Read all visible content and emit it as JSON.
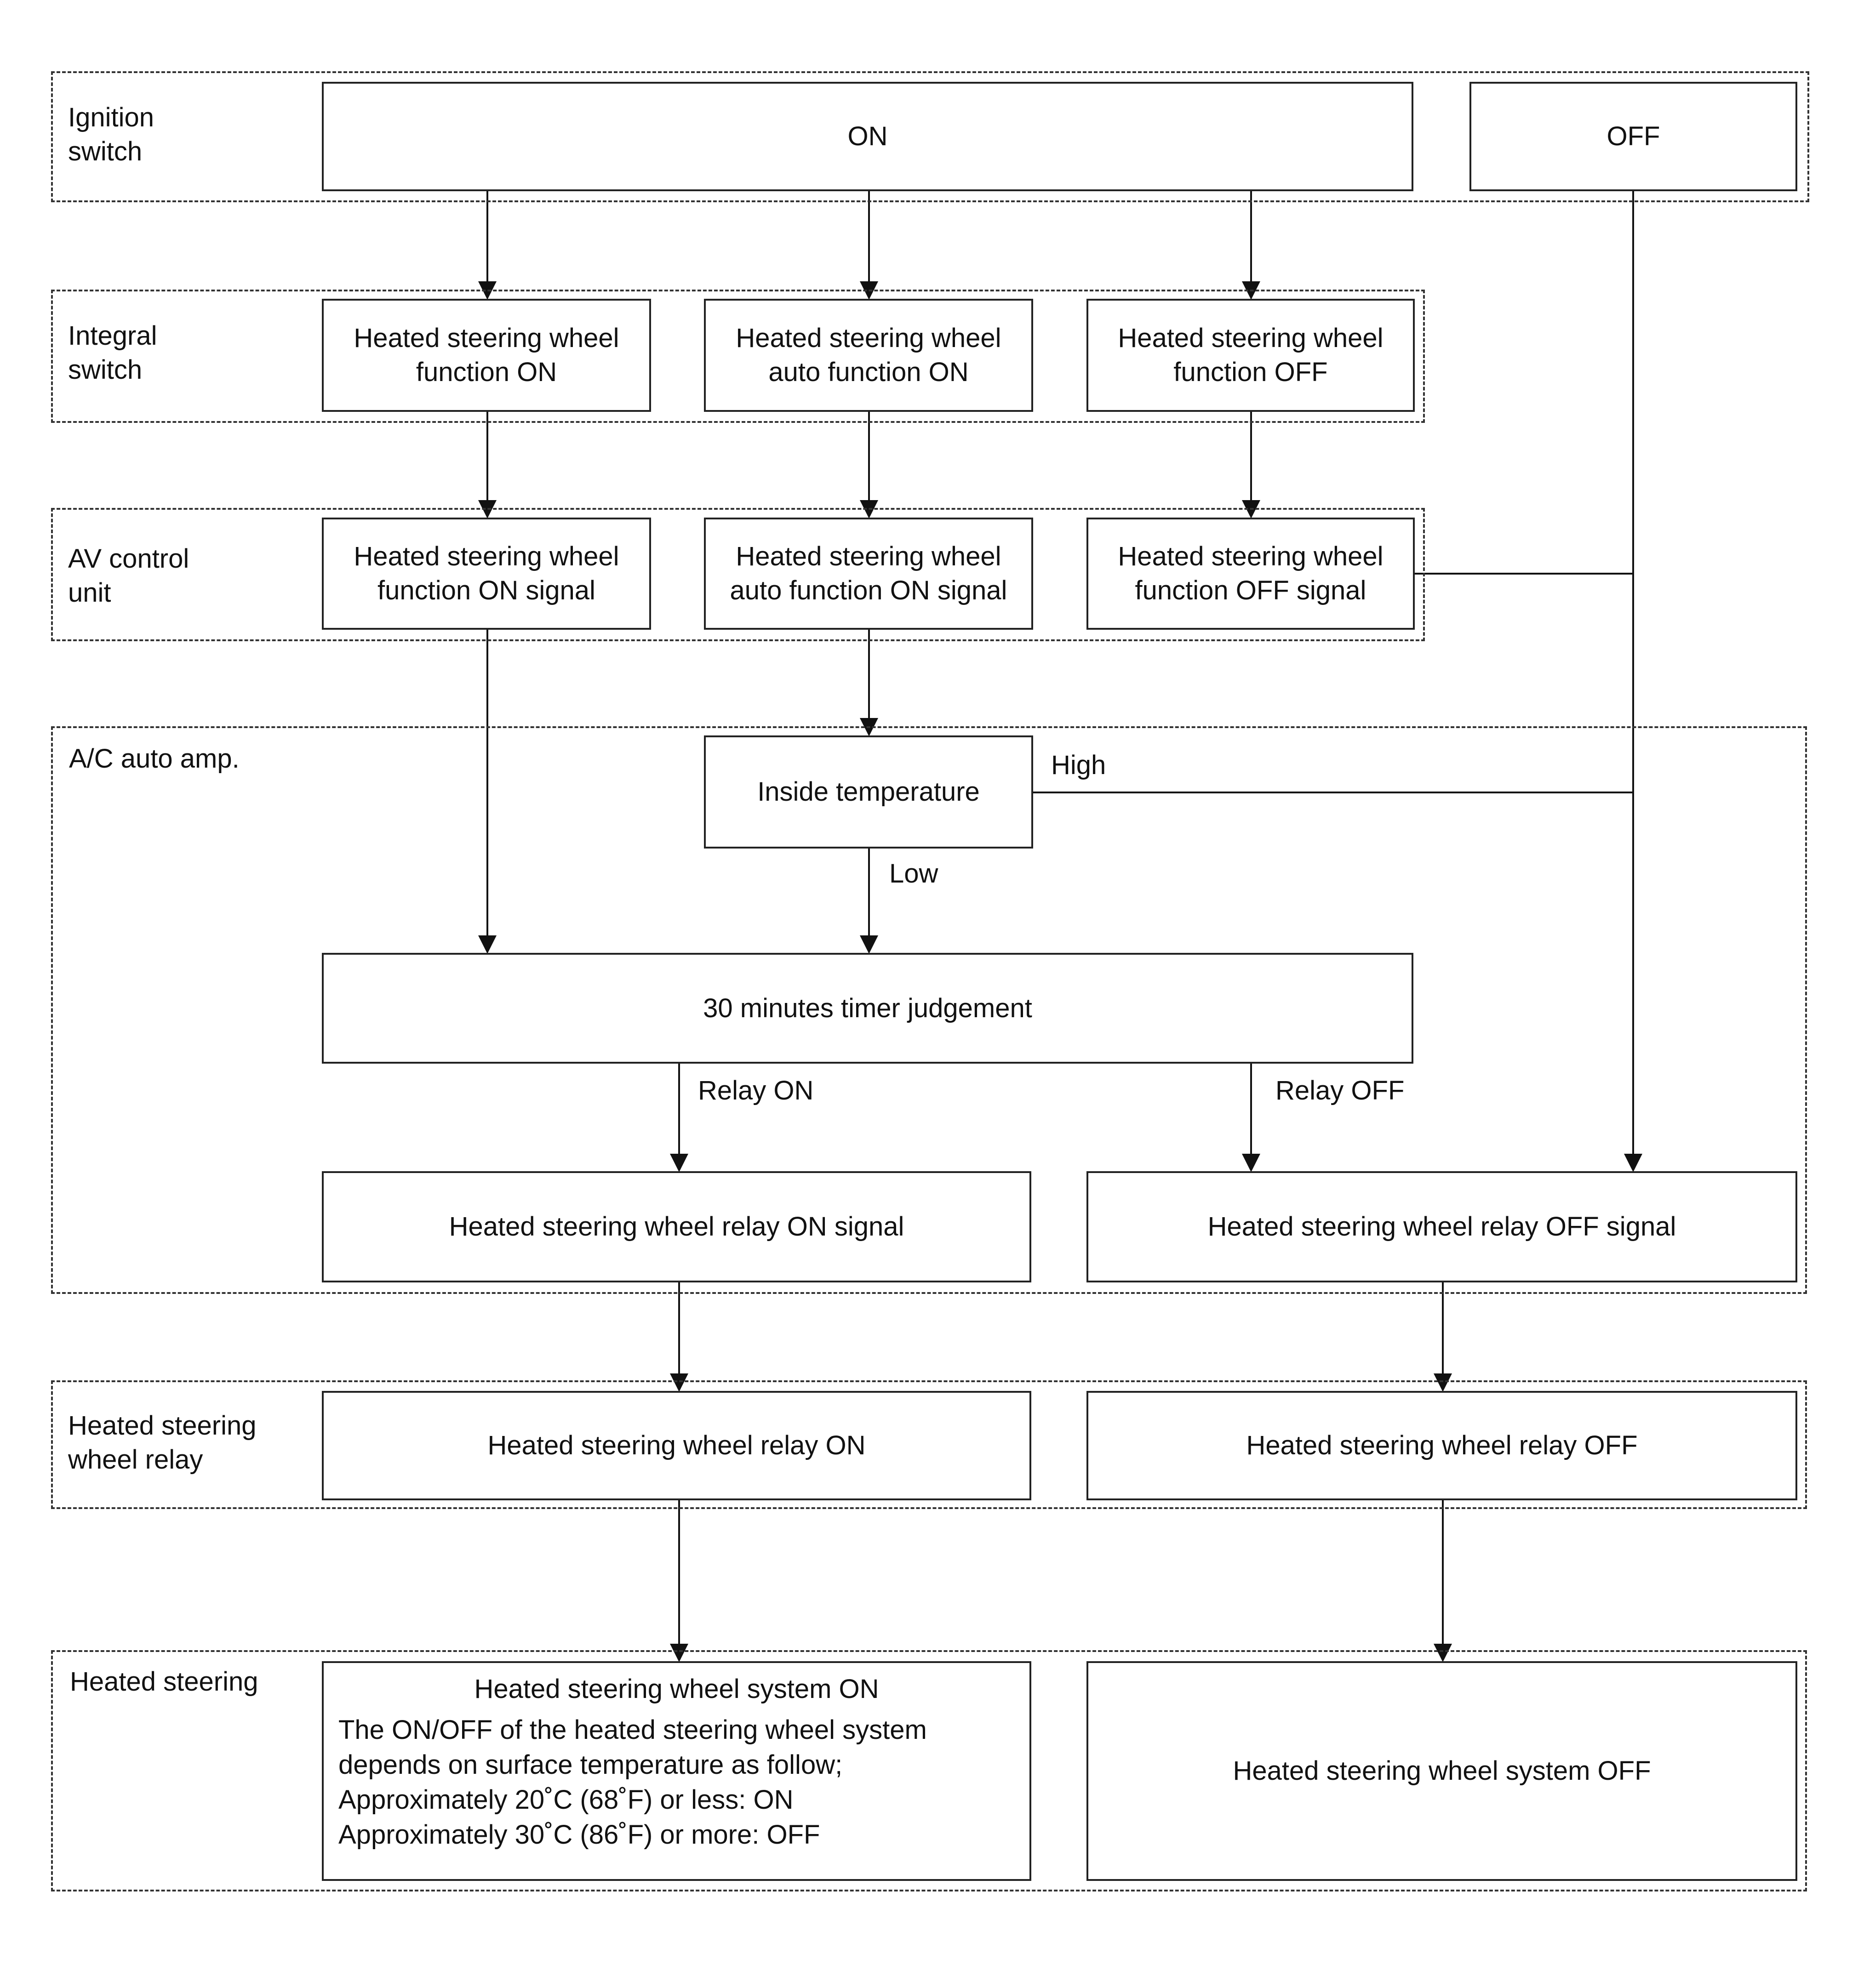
{
  "groups": {
    "ignition": "Ignition\nswitch",
    "integral": "Integral\nswitch",
    "av": "AV control\nunit",
    "ac": "A/C auto amp.",
    "relay": "Heated steering\nwheel relay",
    "steering": "Heated steering"
  },
  "boxes": {
    "ign_on": "ON",
    "ign_off": "OFF",
    "int_on": "Heated steering wheel\nfunction ON",
    "int_auto": "Heated steering wheel\nauto function ON",
    "int_off": "Heated steering wheel\nfunction OFF",
    "av_on": "Heated steering wheel\nfunction ON signal",
    "av_auto": "Heated steering wheel\nauto function ON signal",
    "av_off": "Heated steering wheel\nfunction OFF signal",
    "inside_temp": "Inside temperature",
    "timer": "30 minutes timer judgement",
    "relay_on_signal": "Heated steering wheel relay ON signal",
    "relay_off_signal": "Heated steering wheel relay OFF signal",
    "relay_on": "Heated steering wheel relay ON",
    "relay_off": "Heated steering wheel relay OFF",
    "system_on_title": "Heated steering wheel system ON",
    "system_on_note": "The ON/OFF of the heated steering wheel system\ndepends on surface temperature as follow;\nApproximately 20˚C (68˚F) or less: ON\nApproximately 30˚C (86˚F) or more: OFF",
    "system_off": "Heated steering wheel system OFF"
  },
  "edge_labels": {
    "high": "High",
    "low": "Low",
    "relay_on": "Relay ON",
    "relay_off": "Relay OFF"
  }
}
